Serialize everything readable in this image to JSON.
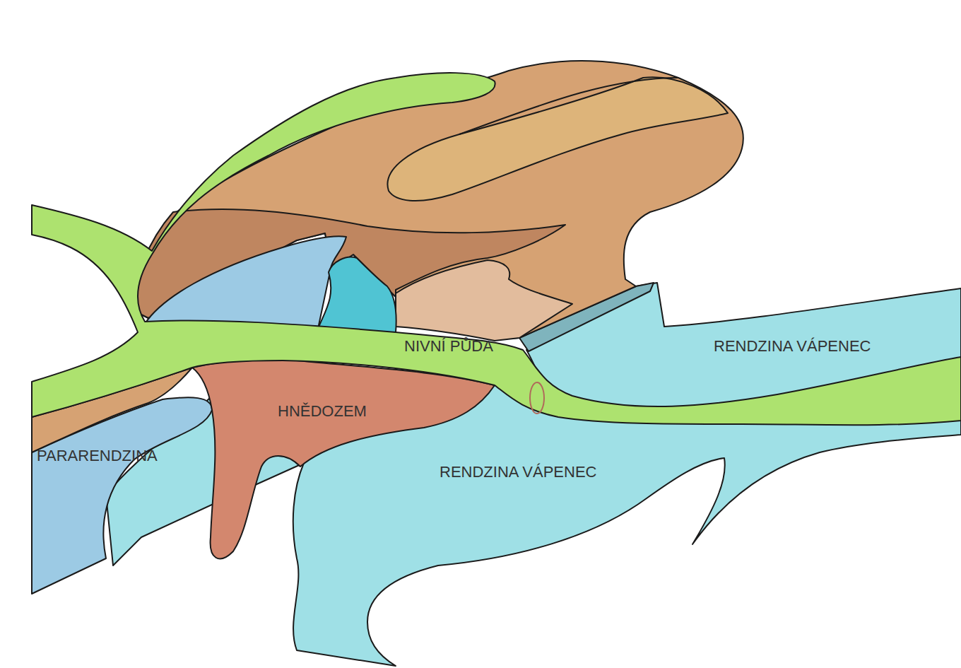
{
  "diagram": {
    "labels": [
      "NIVNÍ PŮDA",
      "RENDZINA VÁPENEC",
      "HNĚDOZEM",
      "PARARENDZINA",
      "RENDZINA VÁPENEC"
    ]
  }
}
